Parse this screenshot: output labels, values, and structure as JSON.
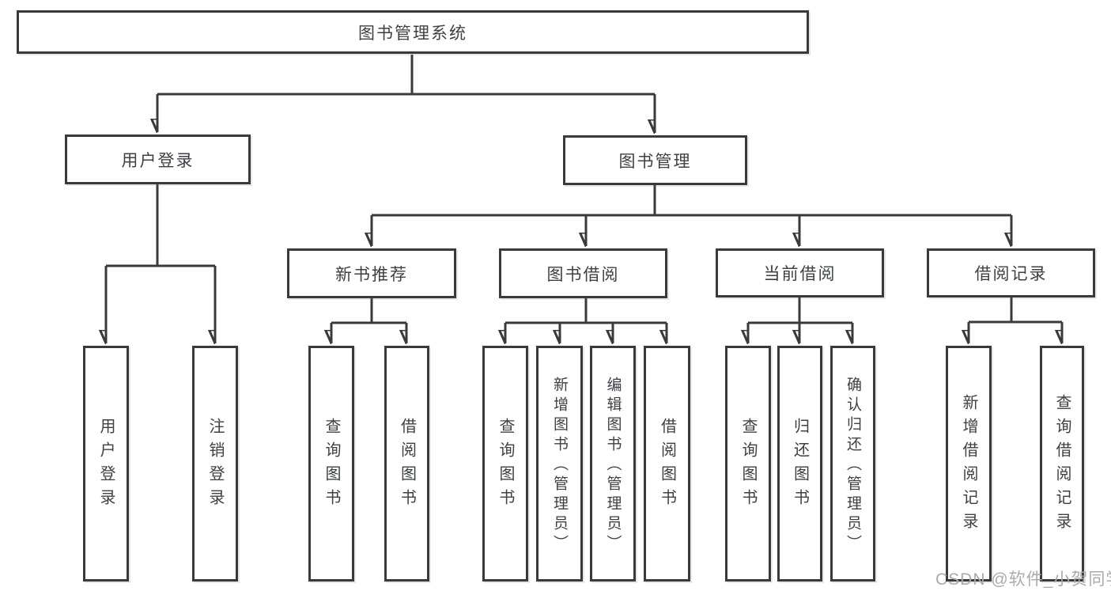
{
  "diagram": {
    "root": {
      "label": "图书管理系统"
    },
    "level2": [
      {
        "label": "用户登录"
      },
      {
        "label": "图书管理"
      }
    ],
    "level3": [
      {
        "label": "新书推荐"
      },
      {
        "label": "图书借阅"
      },
      {
        "label": "当前借阅"
      },
      {
        "label": "借阅记录"
      }
    ],
    "leaves": [
      {
        "label": "用户登录"
      },
      {
        "label": "注销登录"
      },
      {
        "label": "查询图书"
      },
      {
        "label": "借阅图书"
      },
      {
        "label": "查询图书"
      },
      {
        "label": "新增图书（管理员）"
      },
      {
        "label": "编辑图书（管理员）"
      },
      {
        "label": "借阅图书"
      },
      {
        "label": "查询图书"
      },
      {
        "label": "归还图书"
      },
      {
        "label": "确认归还（管理员）"
      },
      {
        "label": "新增借阅记录"
      },
      {
        "label": "查询借阅记录"
      }
    ]
  },
  "watermark": {
    "text": "CSDN @软件_小贺同学"
  },
  "colors": {
    "line": "#3a3a3a",
    "text": "#3d4044",
    "watermark": "#a8abae",
    "background": "#ffffff"
  }
}
